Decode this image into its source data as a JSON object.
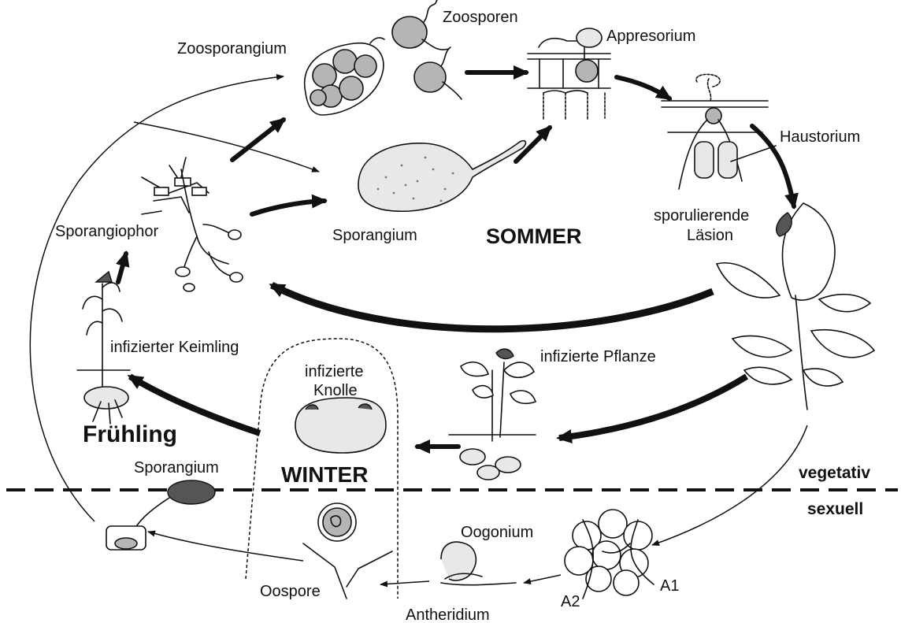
{
  "labels": {
    "zoosporangium": "Zoosporangium",
    "zoosporen": "Zoosporen",
    "appresorium": "Appresorium",
    "haustorium": "Haustorium",
    "sporulierende": "sporulierende",
    "laesion": "Läsion",
    "sporangiophor": "Sporangiophor",
    "sporangium_top": "Sporangium",
    "sommer": "SOMMER",
    "infizierter_keimling": "infizierter Keimling",
    "infizierte_pflanze": "infizierte Pflanze",
    "infizierte": "infizierte",
    "knolle": "Knolle",
    "fruehling": "Frühling",
    "winter": "WINTER",
    "sporangium_bottom": "Sporangium",
    "vegetativ": "vegetativ",
    "sexuell": "sexuell",
    "oogonium": "Oogonium",
    "oospore": "Oospore",
    "antheridium": "Antheridium",
    "a1": "A1",
    "a2": "A2"
  }
}
